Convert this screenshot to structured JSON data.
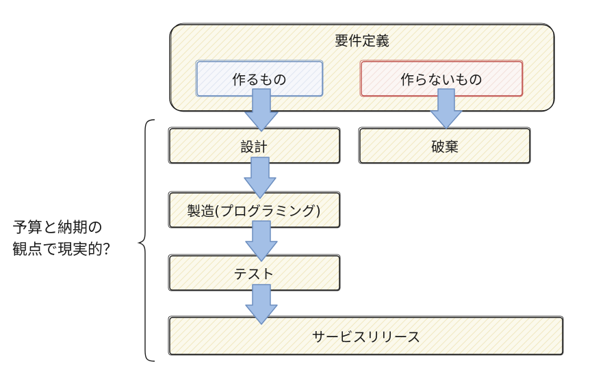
{
  "requirements": {
    "title": "要件定義",
    "make": "作るもの",
    "not_make": "作らないもの"
  },
  "flow": {
    "design": "設計",
    "discard": "破棄",
    "build": "製造(プログラミング)",
    "test": "テスト",
    "release": "サービスリリース"
  },
  "note": {
    "line1": "予算と納期の",
    "line2": "観点で現実的？"
  },
  "colors": {
    "box_fill": "#faf7e6",
    "box_stroke": "#1a1a1a",
    "make_stroke": "#6c8ebf",
    "not_make_stroke": "#c0504d",
    "arrow_fill": "#a3bfe6",
    "arrow_stroke": "#6c8ebf"
  }
}
